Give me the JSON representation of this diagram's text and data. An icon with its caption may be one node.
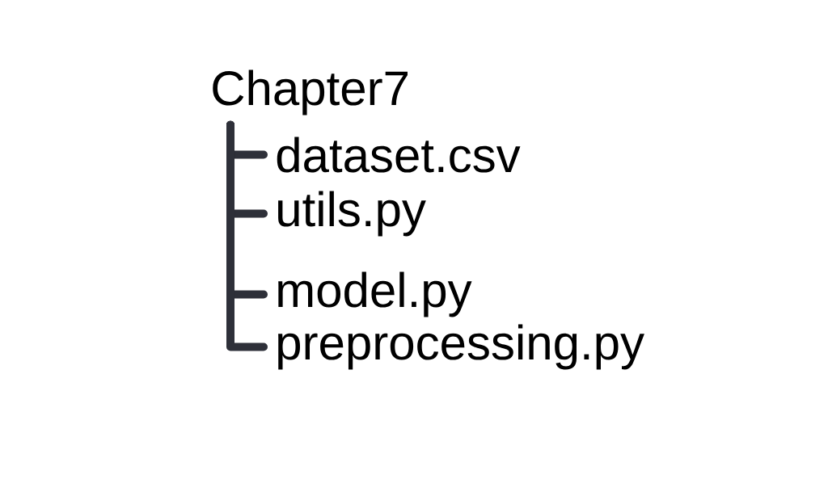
{
  "diagram": {
    "nodes": [
      {
        "text": [
          "Chapter7"
        ]
      },
      {
        "text": [
          "dataset.csv"
        ]
      },
      {
        "text": [
          "utils.py"
        ]
      },
      {
        "text": [
          "model.py"
        ]
      },
      {
        "text": [
          "preprocessing.py"
        ]
      }
    ],
    "edges": [
      {
        "from": 0,
        "to": 1,
        "arrow": "none"
      },
      {
        "from": 0,
        "to": 2,
        "arrow": "none"
      },
      {
        "from": 0,
        "to": 3,
        "arrow": "none"
      },
      {
        "from": 0,
        "to": 4,
        "arrow": "none"
      }
    ]
  }
}
